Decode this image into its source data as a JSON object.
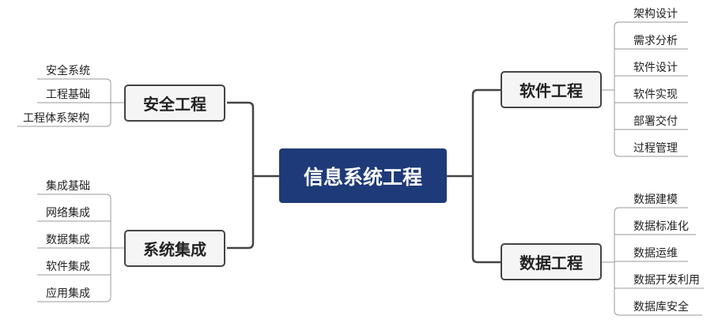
{
  "center": "信息系统工程",
  "branches": {
    "security": {
      "label": "安全工程",
      "items": [
        "安全系统",
        "工程基础",
        "工程体系架构"
      ]
    },
    "integration": {
      "label": "系统集成",
      "items": [
        "集成基础",
        "网络集成",
        "数据集成",
        "软件集成",
        "应用集成"
      ]
    },
    "software": {
      "label": "软件工程",
      "items": [
        "架构设计",
        "需求分析",
        "软件设计",
        "软件实现",
        "部署交付",
        "过程管理"
      ]
    },
    "data": {
      "label": "数据工程",
      "items": [
        "数据建模",
        "数据标准化",
        "数据运维",
        "数据开发利用",
        "数据库安全"
      ]
    }
  },
  "colors": {
    "center": "#1e3a78",
    "line": "#444444",
    "leaf_line": "#999999"
  }
}
